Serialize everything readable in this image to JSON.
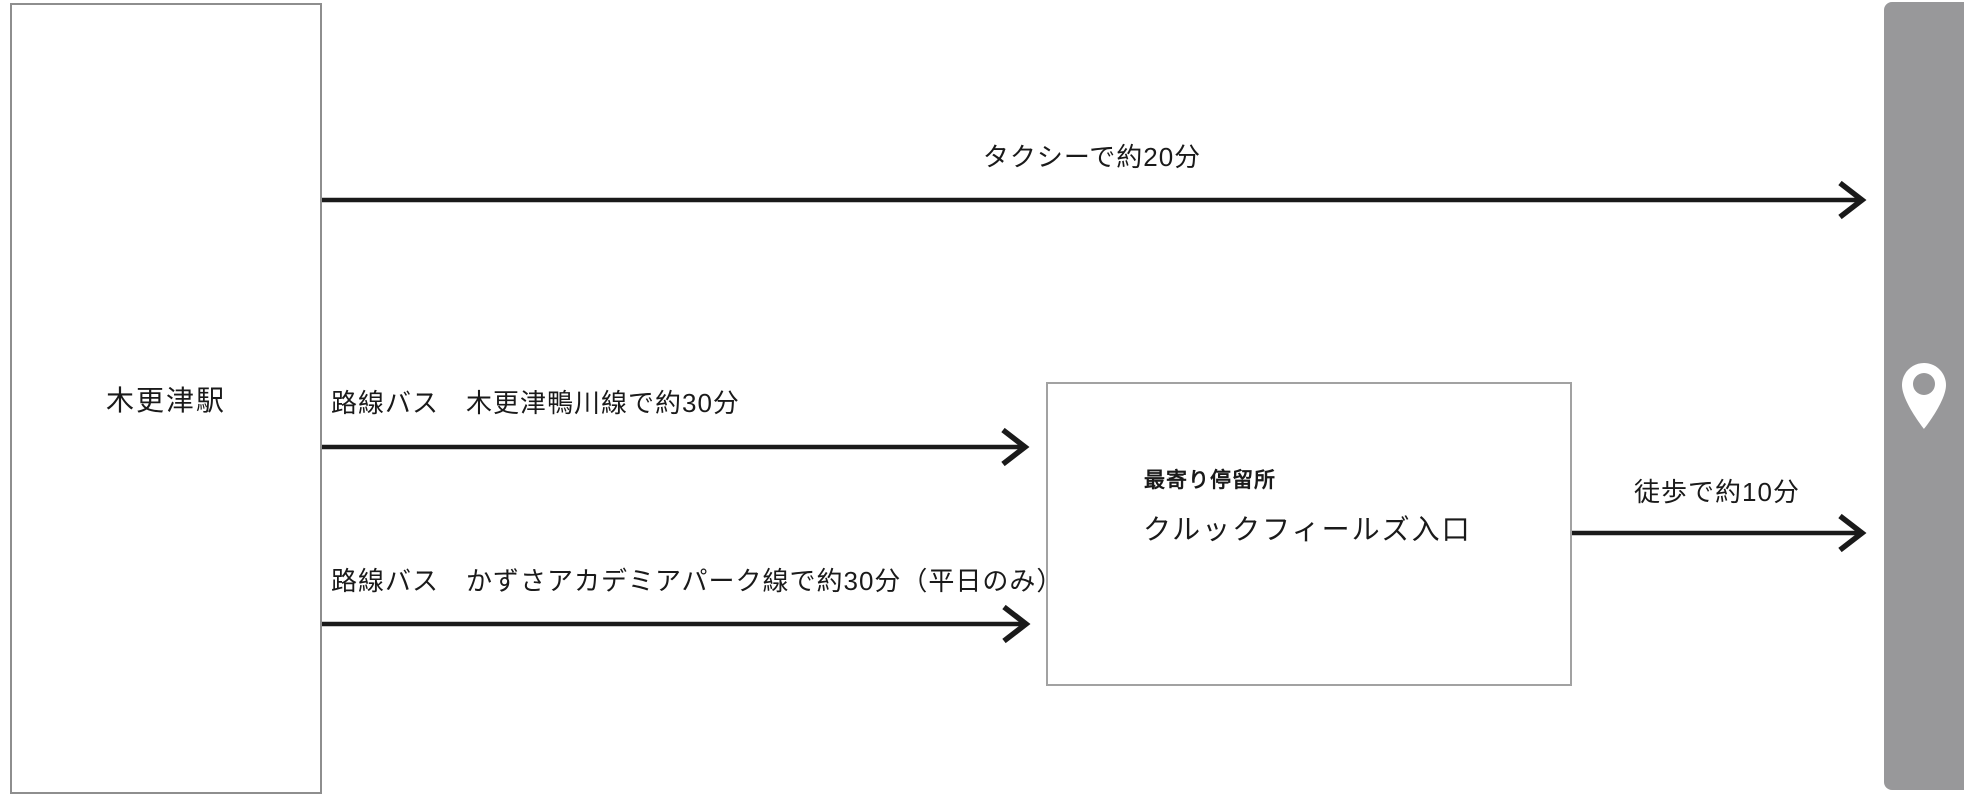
{
  "colors": {
    "arrow": "#1a1a1a",
    "text": "#1a1a1a",
    "origin_border": "#8e8e8e",
    "stop_border": "#a2a2a2",
    "destination_bar": "#98989a",
    "pin": "#ffffff"
  },
  "origin": {
    "label": "木更津駅"
  },
  "routes": {
    "taxi": {
      "label": "タクシーで約20分"
    },
    "bus_kamogawa": {
      "label": "路線バス　木更津鴨川線で約30分"
    },
    "bus_academia": {
      "label": "路線バス　かずさアカデミアパーク線で約30分（平日のみ）"
    },
    "walk": {
      "label": "徒歩で約10分"
    }
  },
  "stop": {
    "heading": "最寄り停留所",
    "name": "クルックフィールズ入口"
  },
  "destination": {
    "icon": "map-pin-icon"
  }
}
